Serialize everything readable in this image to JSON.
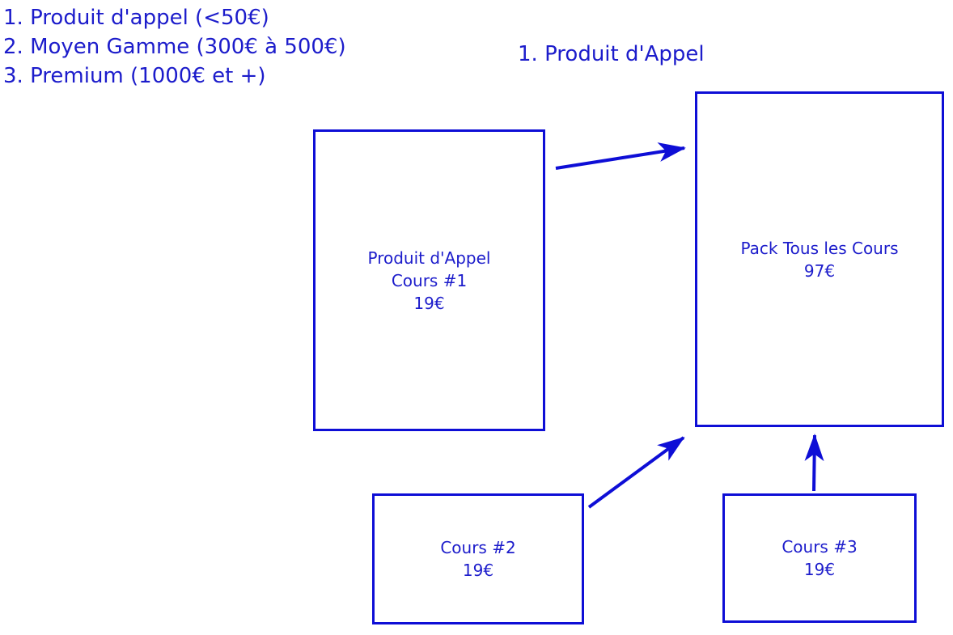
{
  "colors": {
    "text_blue": "#1c1ccb",
    "shape_blue": "#0e0ed6",
    "background": "#ffffff"
  },
  "tier_list": {
    "items": [
      {
        "label": "1. Produit d'appel (<50€)"
      },
      {
        "label": "2. Moyen Gamme (300€ à 500€)"
      },
      {
        "label": "3. Premium (1000€ et +)"
      }
    ]
  },
  "section_title": "1. Produit d'Appel",
  "boxes": {
    "cours1": {
      "lines": [
        "Produit d'Appel",
        "Cours #1",
        "19€"
      ]
    },
    "pack": {
      "lines": [
        "Pack Tous les Cours",
        "97€"
      ]
    },
    "cours2": {
      "lines": [
        "Cours #2",
        "19€"
      ]
    },
    "cours3": {
      "lines": [
        "Cours #3",
        "19€"
      ]
    }
  },
  "arrows": [
    {
      "from": "cours1",
      "to": "pack"
    },
    {
      "from": "cours2",
      "to": "pack"
    },
    {
      "from": "cours3",
      "to": "pack"
    }
  ]
}
